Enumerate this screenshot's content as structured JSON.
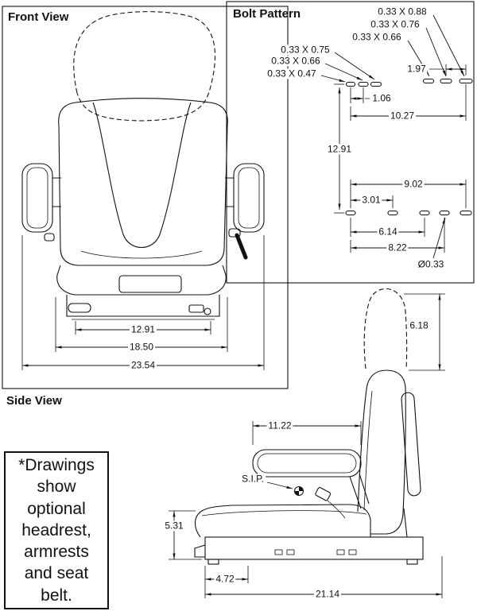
{
  "front_view": {
    "title": "Front View",
    "dim_rail_width": "12.91",
    "dim_base_width": "18.50",
    "dim_overall_width": "23.54"
  },
  "bolt_pattern": {
    "title": "Bolt Pattern",
    "slot_labels": [
      "0.33 X 0.88",
      "0.33 X 0.76",
      "0.33 X 0.66",
      "0.33 X 0.75",
      "0.33 X 0.66",
      "0.33 X 0.47"
    ],
    "dim_rear_slot_spacing": "1.97",
    "dim_front_slot_spacing": "1.06",
    "dim_overall_length": "10.27",
    "dim_row_spacing": "12.91",
    "dim_rear_width": "9.02",
    "dim_inner_width": "3.01",
    "dim_mid_width": "6.14",
    "dim_outer_width": "8.22",
    "hole_diameter": "Ø0.33"
  },
  "side_view": {
    "title": "Side View",
    "sip_label": "S.I.P.",
    "dim_armrest_length": "11.22",
    "dim_headrest_height": "6.18",
    "dim_cushion_height": "5.31",
    "dim_front_offset": "4.72",
    "dim_overall_depth": "21.14"
  },
  "note": {
    "text": "*Drawings show optional headrest, armrests and seat belt."
  }
}
